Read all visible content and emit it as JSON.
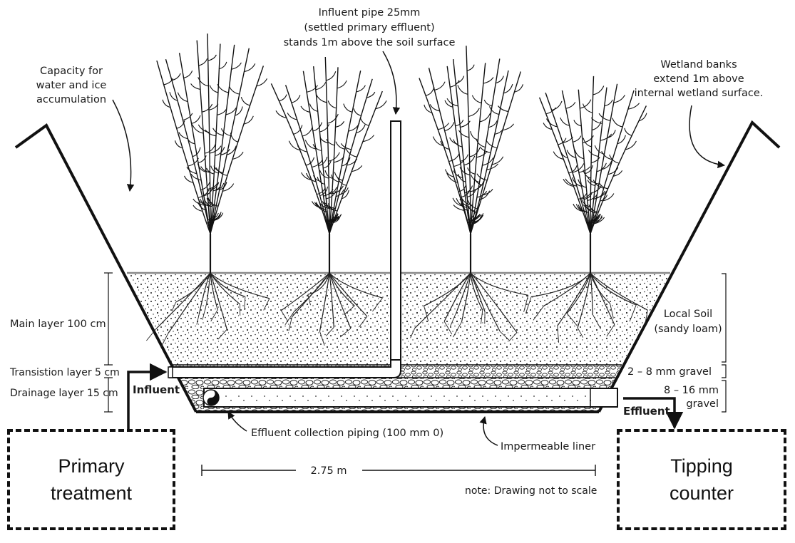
{
  "labels": {
    "influent_pipe": [
      "Influent pipe 25mm",
      "(settled primary effluent)",
      "stands 1m above the soil surface"
    ],
    "capacity": [
      "Capacity for",
      "water and ice",
      "accumulation"
    ],
    "wetland_banks": [
      "Wetland banks",
      "extend 1m above",
      "internal wetland surface."
    ],
    "main_layer": "Main layer 100 cm",
    "transition_layer": "Transistion layer 5 cm",
    "drainage_layer": "Drainage layer 15 cm",
    "local_soil": [
      "Local Soil",
      "(sandy loam)"
    ],
    "gravel_fine": "2 – 8 mm gravel",
    "gravel_coarse": [
      "8 – 16 mm",
      "gravel"
    ],
    "influent": "Influent",
    "effluent": "Effluent",
    "effluent_piping": "Effluent collection piping (100 mm 0)",
    "impermeable_liner": "Impermeable liner",
    "width": "2.75 m",
    "note": "note: Drawing not to scale"
  },
  "boxes": {
    "primary_treatment": [
      "Primary",
      "treatment"
    ],
    "tipping_counter": [
      "Tipping",
      "counter"
    ]
  },
  "colors": {
    "line": "#111111",
    "soil_top": "#888888"
  }
}
